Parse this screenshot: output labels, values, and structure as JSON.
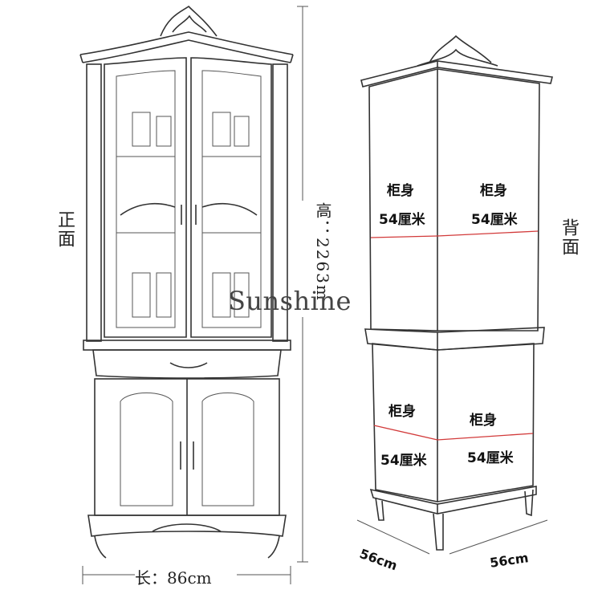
{
  "front_view": {
    "side_label": "正面",
    "height_label": "高：2263m",
    "width_label": "长：86cm"
  },
  "back_view": {
    "side_label": "背面",
    "sections": [
      {
        "title": "柜身",
        "size": "54厘米"
      },
      {
        "title": "柜身",
        "size": "54厘米"
      },
      {
        "title": "柜身",
        "size": "54厘米"
      },
      {
        "title": "柜身",
        "size": "54厘米"
      }
    ],
    "depth_left": "56cm",
    "depth_right": "56cm"
  },
  "watermark": "Sunshine",
  "colors": {
    "ink": "#333333",
    "divider": "#d23a3a"
  }
}
